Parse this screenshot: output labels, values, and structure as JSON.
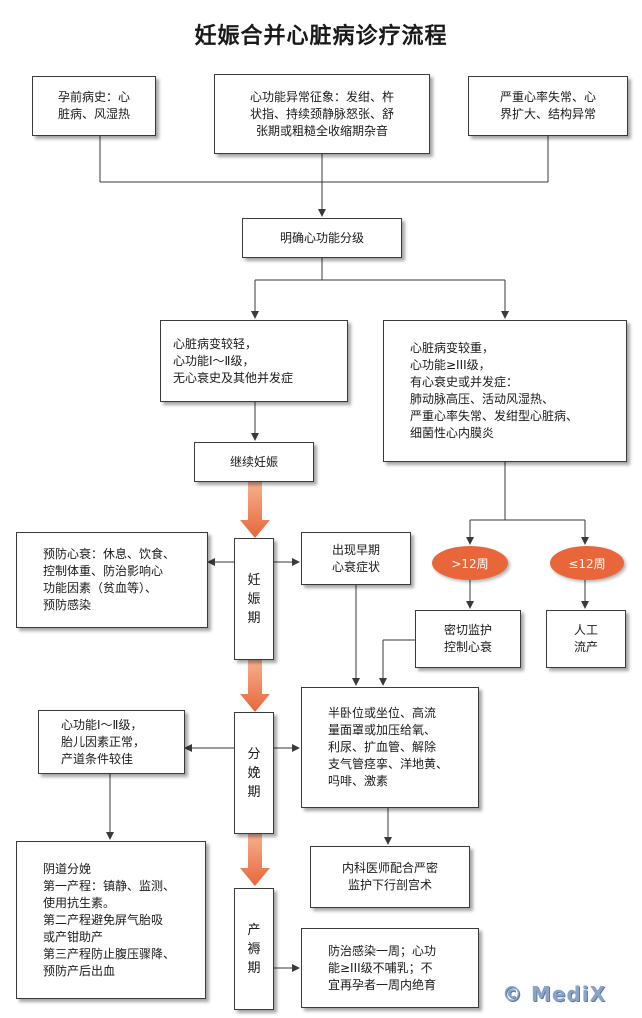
{
  "title": "妊娠合并心脏病诊疗流程",
  "boxes": {
    "pre_history": "孕前病史：心\n脏病、风湿热",
    "abnormal_signs": "心功能异常征象：发绀、杵\n状指、持续颈静脉怒张、舒\n张期或粗糙全收缩期杂音",
    "severe_arrhythmia": "严重心率失常、心\n界扩大、结构异常",
    "classify": "明确心功能分级",
    "mild": "心脏病变较轻，\n心功能Ⅰ～Ⅱ级，\n无心衰史及其他并发症",
    "severe": "心脏病变较重，\n心功能≥III级，\n有心衰史或并发症：\n    肺动脉高压、活动风湿热、\n    严重心率失常、发绀型心脏病、\n    细菌性心内膜炎",
    "continue_pregnancy": "继续妊娠",
    "prevent_hf": "预防心衰：休息、饮食、\n控制体重、防治影响心\n功能因素（贫血等）、\n预防感染",
    "pregnancy_period": "妊\n娠\n期",
    "early_hf": "出现早期\n心衰症状",
    "monitor": "密切监护\n控制心衰",
    "abortion": "人工\n流产",
    "delivery_condition": "心功能Ⅰ～Ⅱ级，\n胎儿因素正常，\n产道条件较佳",
    "delivery_period": "分\n娩\n期",
    "treatment": "半卧位或坐位、高流\n量面罩或加压给氧、\n利尿、扩血管、解除\n支气管痉挛、洋地黄、\n吗啡、激素",
    "vaginal": "阴道分娩\n第一产程：镇静、监测、\n使用抗生素。\n第二产程避免屏气胎吸\n或产钳助产\n第三产程防止腹压骤降、\n预防产后出血",
    "cesarean": "内科医师配合严密\n监护下行剖宫术",
    "puerperium": "产\n褥\n期",
    "postpartum": "防治感染一周；心功\n能≥III级不哺乳；不\n宜再孕者一周内绝育"
  },
  "ovals": {
    "gt12": ">12周",
    "le12": "≤12周"
  },
  "watermark": "© MediX",
  "colors": {
    "accent_arrow": "#e8663a",
    "oval_fill": "#e8663a",
    "line": "#3a3a3a",
    "logo": "#8aa3c7"
  }
}
